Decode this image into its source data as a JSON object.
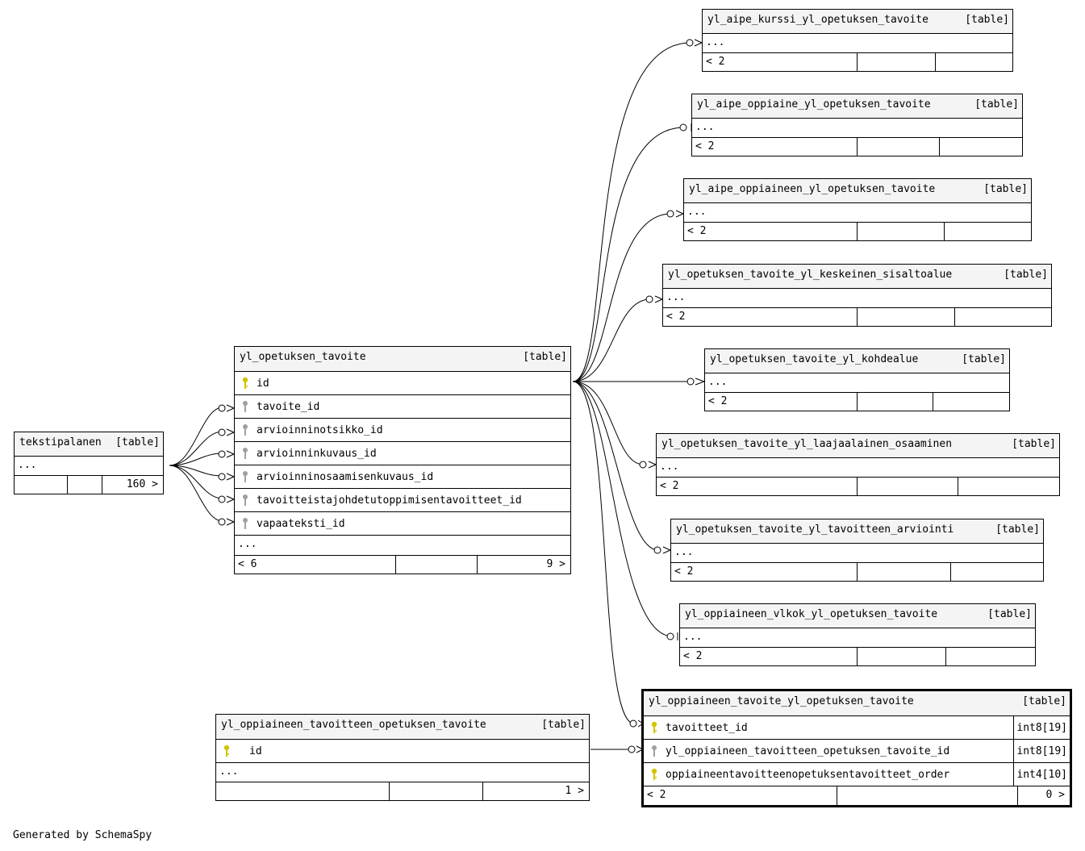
{
  "footer": "Generated by SchemaSpy",
  "kind_label": "[table]",
  "ellipsis": "...",
  "colors": {
    "primary_key": "#d4c400",
    "foreign_key": "#a0a0a0",
    "header_bg": "#f4f4f4"
  },
  "tables": {
    "main": {
      "name": "yl_opetuksen_tavoite",
      "columns": [
        "id",
        "tavoite_id",
        "arvioinninotsikko_id",
        "arvioinninkuvaus_id",
        "arvioinninosaamisenkuvaus_id",
        "tavoitteistajohdetutoppimisentavoitteet_id",
        "vapaateksti_id"
      ],
      "footer_left": "< 6",
      "footer_right": "9 >"
    },
    "tekstipalanen": {
      "name": "tekstipalanen",
      "footer_right": "160 >"
    },
    "r1": {
      "name": "yl_aipe_kurssi_yl_opetuksen_tavoite",
      "footer_left": "< 2"
    },
    "r2": {
      "name": "yl_aipe_oppiaine_yl_opetuksen_tavoite",
      "footer_left": "< 2"
    },
    "r3": {
      "name": "yl_aipe_oppiaineen_yl_opetuksen_tavoite",
      "footer_left": "< 2"
    },
    "r4": {
      "name": "yl_opetuksen_tavoite_yl_keskeinen_sisaltoalue",
      "footer_left": "< 2"
    },
    "r5": {
      "name": "yl_opetuksen_tavoite_yl_kohdealue",
      "footer_left": "< 2"
    },
    "r6": {
      "name": "yl_opetuksen_tavoite_yl_laajaalainen_osaaminen",
      "footer_left": "< 2"
    },
    "r7": {
      "name": "yl_opetuksen_tavoite_yl_tavoitteen_arviointi",
      "footer_left": "< 2"
    },
    "r8": {
      "name": "yl_oppiaineen_vlkok_yl_opetuksen_tavoite",
      "footer_left": "< 2"
    },
    "focus": {
      "name": "yl_oppiaineen_tavoite_yl_opetuksen_tavoite",
      "columns": [
        {
          "name": "tavoitteet_id",
          "type": "int8[19]"
        },
        {
          "name": "yl_oppiaineen_tavoitteen_opetuksen_tavoite_id",
          "type": "int8[19]"
        },
        {
          "name": "oppiaineentavoitteenopetuksentavoitteet_order",
          "type": "int4[10]"
        }
      ],
      "footer_left": "< 2",
      "footer_right": "0 >"
    },
    "bottom": {
      "name": "yl_oppiaineen_tavoitteen_opetuksen_tavoite",
      "column": "id",
      "footer_right": "1 >"
    }
  }
}
